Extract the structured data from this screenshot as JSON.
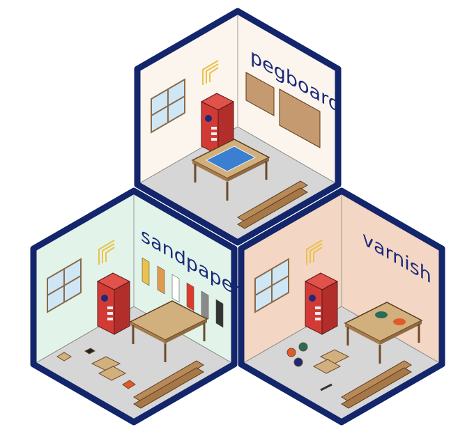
{
  "stickers": [
    {
      "title": "pegboard",
      "wall": "#fcf4ec",
      "feature": "pegboard"
    },
    {
      "title": "sandpaper",
      "wall": "#e2f4e9",
      "feature": "sandpaper"
    },
    {
      "title": "varnish",
      "wall": "#f4d6c4",
      "feature": "varnish"
    }
  ],
  "colors": {
    "border": "#13256b",
    "floor": "#d6d6d6",
    "cabinet": "#d23b35",
    "wood": "#c9a576",
    "window": "#cfe6f5"
  }
}
